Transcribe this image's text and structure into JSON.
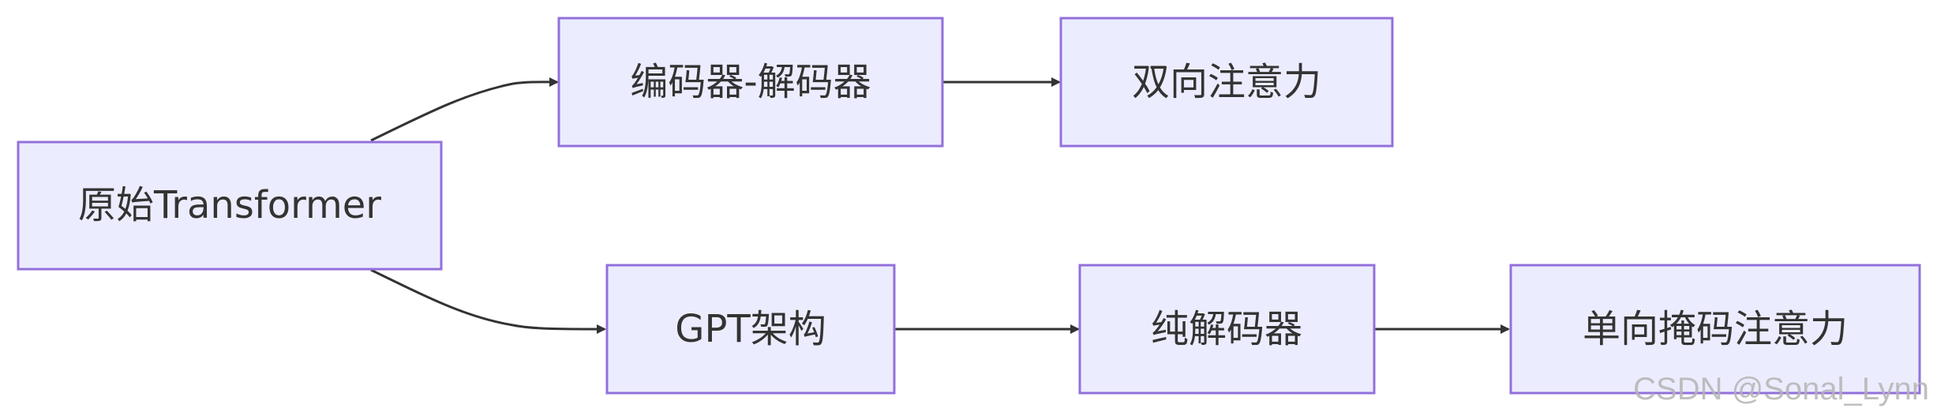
{
  "diagram": {
    "nodes": {
      "original_transformer": "原始Transformer",
      "encoder_decoder": "编码器-解码器",
      "bidirectional_attention": "双向注意力",
      "gpt_architecture": "GPT架构",
      "decoder_only": "纯解码器",
      "unidirectional_masked_attention": "单向掩码注意力"
    },
    "colors": {
      "node_fill": "#ececff",
      "node_stroke": "#9370db",
      "edge": "#333333",
      "text": "#333333"
    }
  },
  "watermark": "CSDN @Sonal_Lynn"
}
